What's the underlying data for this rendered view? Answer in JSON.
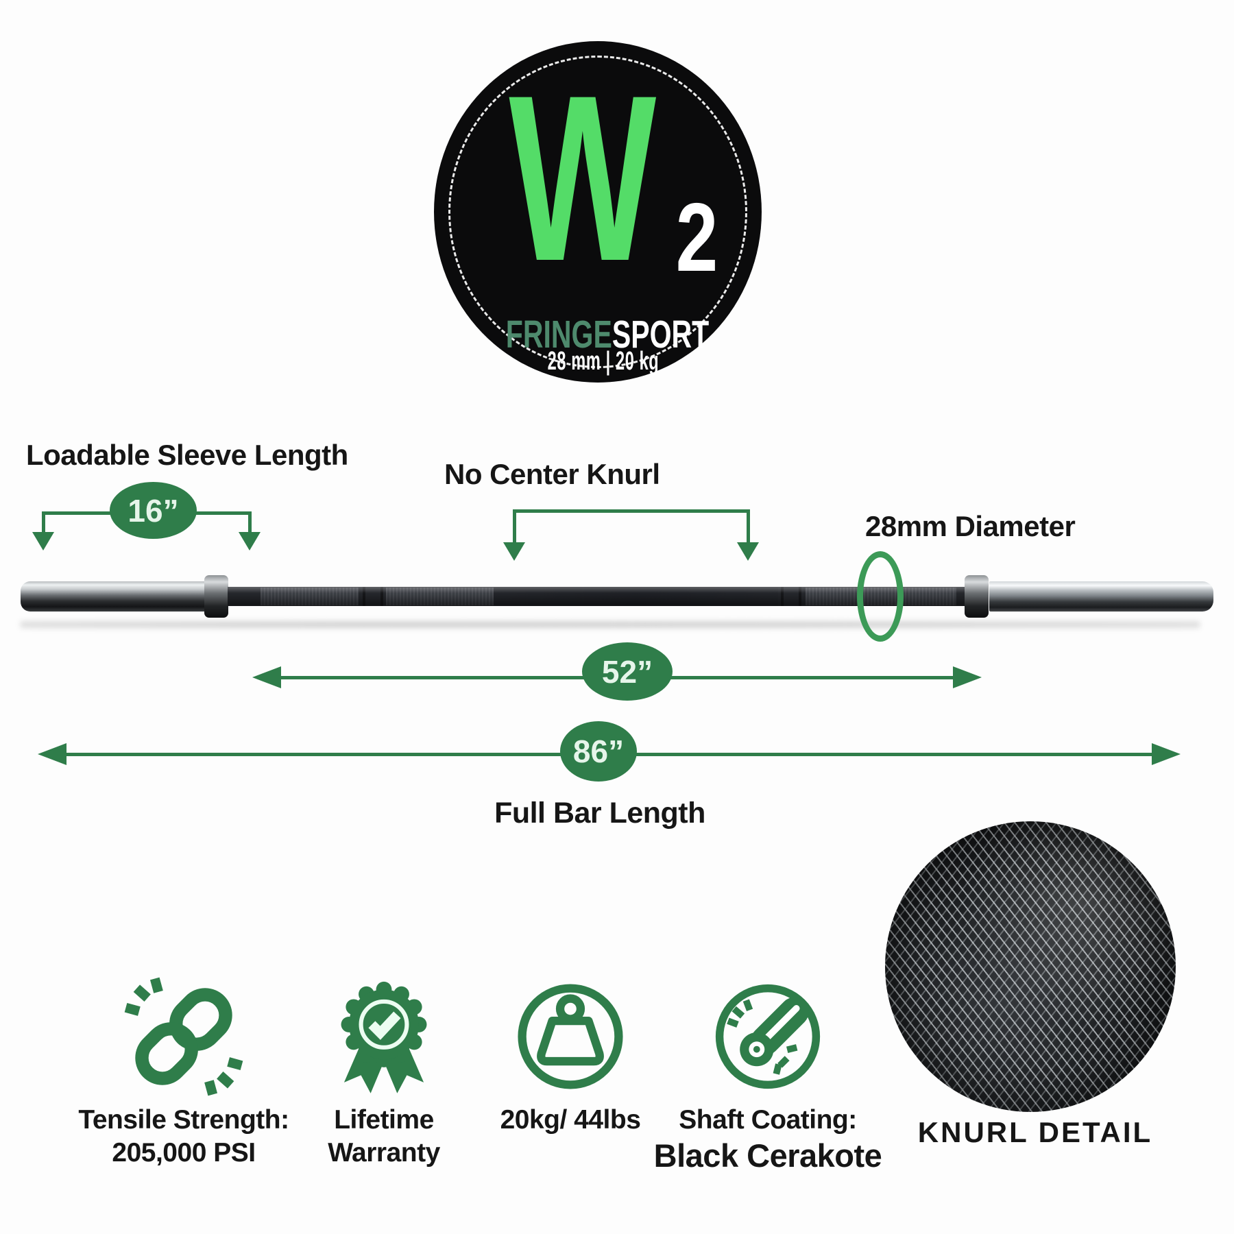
{
  "logo": {
    "letter": "W",
    "sub": "2",
    "brand_left": "FRINGE",
    "brand_right": "SPORT",
    "spec": "28 mm | 20 kg"
  },
  "diagram": {
    "sleeve_label": "Loadable Sleeve Length",
    "sleeve_dim": "16”",
    "center_label": "No Center Knurl",
    "diameter_label": "28mm Diameter",
    "mid_dim": "52”",
    "full_dim": "86”",
    "full_label": "Full Bar Length"
  },
  "features": [
    {
      "icon": "chain-link-icon",
      "lines": [
        "Tensile Strength:",
        "205,000 PSI"
      ]
    },
    {
      "icon": "award-ribbon-icon",
      "lines": [
        "Lifetime",
        "Warranty"
      ]
    },
    {
      "icon": "weight-icon",
      "lines": [
        "20kg/ 44lbs"
      ]
    },
    {
      "icon": "shaft-coating-icon",
      "lines": [
        "Shaft Coating:",
        "Black Cerakote"
      ]
    }
  ],
  "knurl_caption": "KNURL DETAIL",
  "colors": {
    "accent_green": "#2f7d4a",
    "ring_green": "#3c9a57",
    "logo_bright_green": "#54dc68",
    "logo_muted_green": "#4e8a6d",
    "logo_background": "#0b0b0c",
    "text": "#161616",
    "background": "#fdfdfd"
  }
}
